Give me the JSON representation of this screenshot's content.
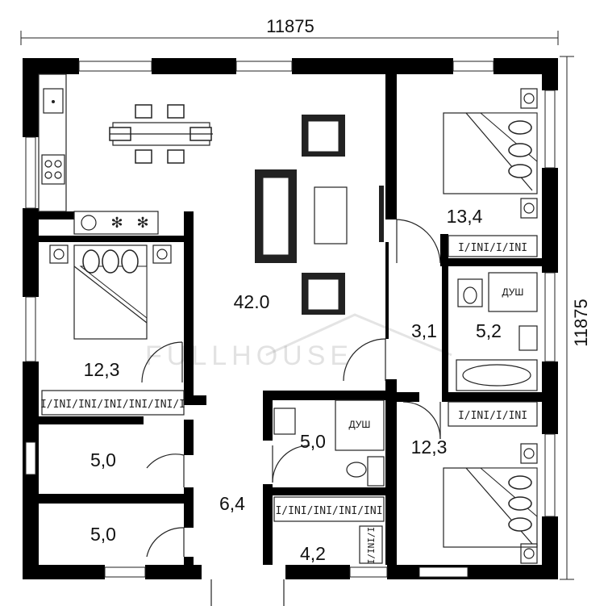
{
  "dimensions": {
    "width": "11875",
    "height": "11875"
  },
  "rooms": {
    "living": "42.0",
    "bedroom_top_right": "13,4",
    "bedroom_left": "12,3",
    "bedroom_bottom_right": "12,3",
    "hall_small": "3,1",
    "bath_right": "5,2",
    "bath_center": "5,0",
    "storage_upper": "5,0",
    "storage_lower": "5,0",
    "corridor": "6,4",
    "closet": "4,2"
  },
  "labels": {
    "shower_right": "ДУШ",
    "shower_center": "ДУШ"
  },
  "watermark": {
    "text": "FULLHOUSE"
  },
  "colors": {
    "wall": "#000000",
    "line": "#222222",
    "background": "#ffffff"
  }
}
